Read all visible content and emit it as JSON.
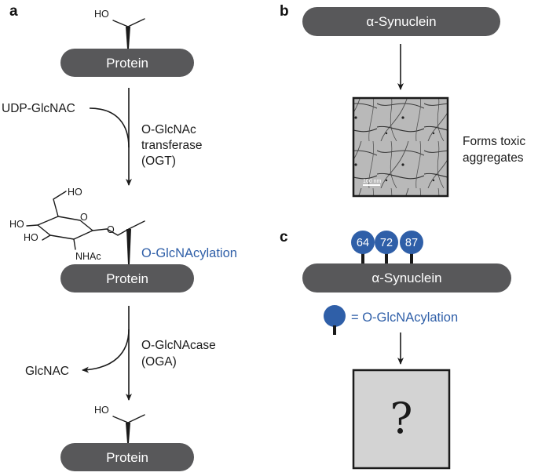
{
  "panels": {
    "a": "a",
    "b": "b",
    "c": "c"
  },
  "panel_a": {
    "protein_top": "Protein",
    "protein_middle": "Protein",
    "protein_bottom": "Protein",
    "hydroxyl_top": "HO",
    "hydroxyl_bottom": "HO",
    "donor": "UDP-GlcNAC",
    "enzyme_add_line1": "O-GlcNAc",
    "enzyme_add_line2": "transferase",
    "enzyme_add_line3": "(OGT)",
    "sugar_ho_1": "HO",
    "sugar_ho_2": "HO",
    "sugar_ho_3": "HO",
    "sugar_o_ring": "O",
    "sugar_o_link": "O",
    "sugar_nhac": "NHAc",
    "modification_label": "O-GlcNAcylation",
    "enzyme_remove_line1": "O-GlcNAcase",
    "enzyme_remove_line2": "(OGA)",
    "released": "GlcNAC"
  },
  "panel_b": {
    "protein": "α-Synuclein",
    "result": [
      "Forms toxic",
      "aggregates"
    ],
    "scale_bar": "100 nm"
  },
  "panel_c": {
    "protein": "α-Synuclein",
    "sites": [
      "64",
      "72",
      "87"
    ],
    "legend": "= O-GlcNAcylation",
    "unknown": "?"
  },
  "colors": {
    "pill": "#58585a",
    "modification_blue": "#2f5fa8",
    "question_box": "#d3d3d3"
  }
}
